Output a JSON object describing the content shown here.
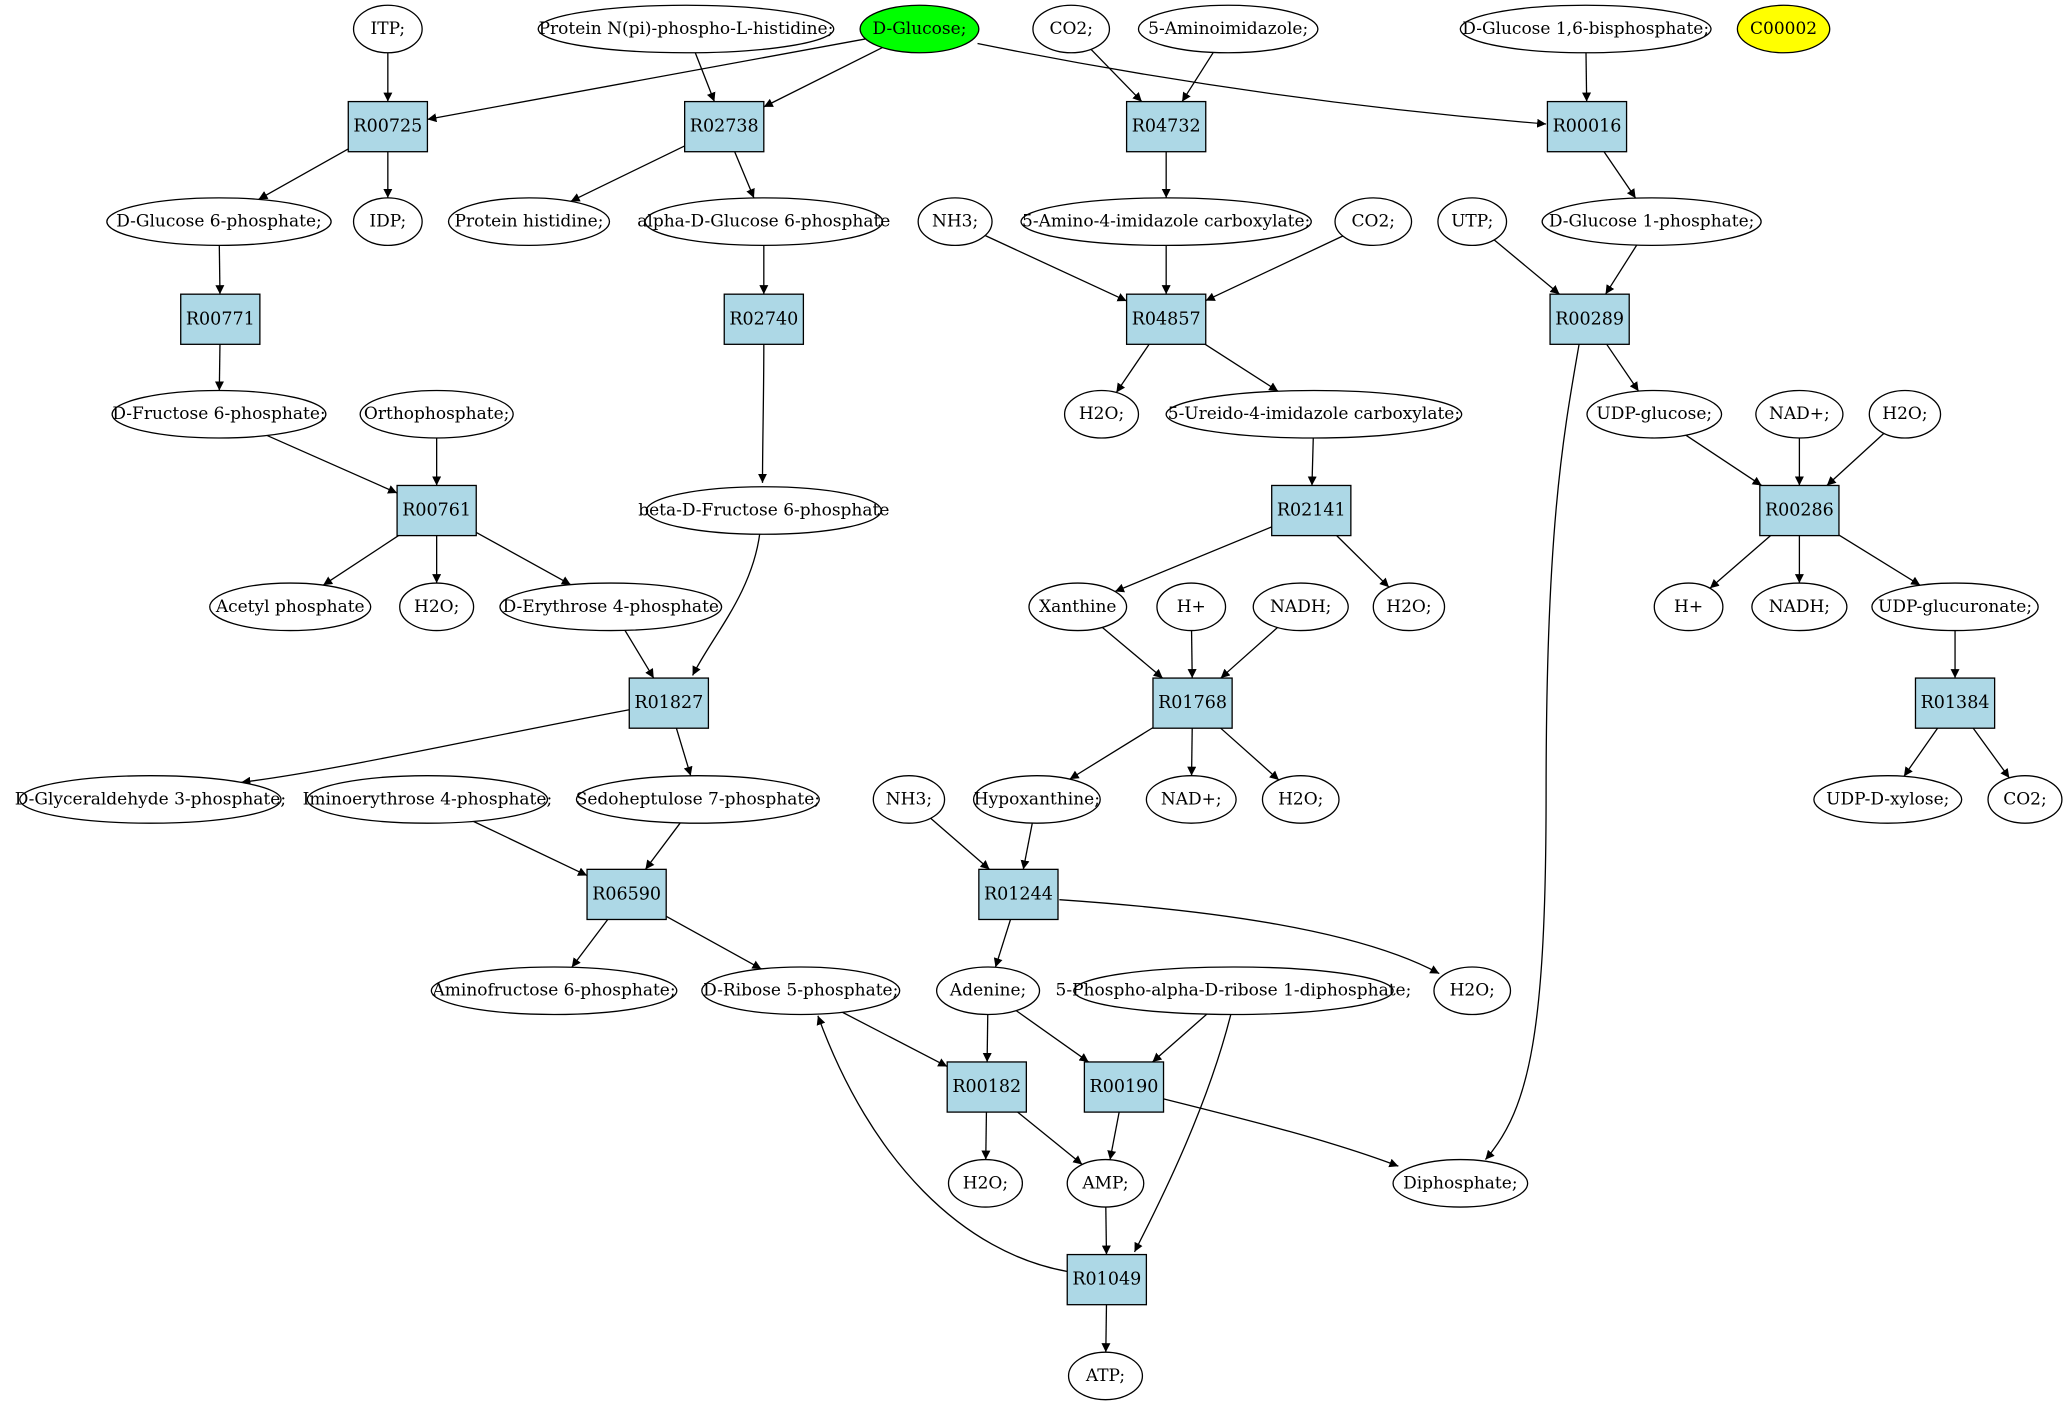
{
  "colors": {
    "metabolite_fill": "#ffffff",
    "reaction_fill": "#add8e6",
    "highlight_green": "#00ff00",
    "highlight_yellow": "#ffff00",
    "stroke": "#000000"
  },
  "metabolites": {
    "itp": {
      "label": "ITP;"
    },
    "protein_phospho_his": {
      "label": "Protein N(pi)-phospho-L-histidine;"
    },
    "d_glucose": {
      "label": "D-Glucose;",
      "highlight": "green"
    },
    "co2_a": {
      "label": "CO2;"
    },
    "aminoimidazole": {
      "label": "5-Aminoimidazole;"
    },
    "glucose_16bp": {
      "label": "D-Glucose 1,6-bisphosphate;"
    },
    "c00002": {
      "label": "C00002",
      "highlight": "yellow"
    },
    "g6p": {
      "label": "D-Glucose 6-phosphate;"
    },
    "idp": {
      "label": "IDP;"
    },
    "protein_his": {
      "label": "Protein histidine;"
    },
    "alpha_g6p": {
      "label": "alpha-D-Glucose 6-phosphate"
    },
    "nh3_a": {
      "label": "NH3;"
    },
    "aica": {
      "label": "5-Amino-4-imidazole carboxylate;"
    },
    "co2_b": {
      "label": "CO2;"
    },
    "utp": {
      "label": "UTP;"
    },
    "g1p": {
      "label": "D-Glucose 1-phosphate;"
    },
    "f6p": {
      "label": "D-Fructose 6-phosphate;"
    },
    "orthophosphate": {
      "label": "Orthophosphate;"
    },
    "h2o_a": {
      "label": "H2O;"
    },
    "ureido": {
      "label": "5-Ureido-4-imidazole carboxylate;"
    },
    "udp_glucose": {
      "label": "UDP-glucose;"
    },
    "nad_a": {
      "label": "NAD+;"
    },
    "h2o_b": {
      "label": "H2O;"
    },
    "beta_f6p": {
      "label": "beta-D-Fructose 6-phosphate"
    },
    "acetyl_phosphate": {
      "label": "Acetyl phosphate"
    },
    "h2o_c": {
      "label": "H2O;"
    },
    "e4p": {
      "label": "D-Erythrose 4-phosphate"
    },
    "xanthine": {
      "label": "Xanthine"
    },
    "h_plus_a": {
      "label": "H+"
    },
    "nadh_a": {
      "label": "NADH;"
    },
    "h2o_d": {
      "label": "H2O;"
    },
    "h_plus_b": {
      "label": "H+"
    },
    "nadh_b": {
      "label": "NADH;"
    },
    "udp_glucuronate": {
      "label": "UDP-glucuronate;"
    },
    "gap": {
      "label": "D-Glyceraldehyde 3-phosphate;"
    },
    "iminoerythrose": {
      "label": "Iminoerythrose 4-phosphate;"
    },
    "s7p": {
      "label": "Sedoheptulose 7-phosphate;"
    },
    "nh3_b": {
      "label": "NH3;"
    },
    "hypoxanthine": {
      "label": "Hypoxanthine;"
    },
    "nad_b": {
      "label": "NAD+;"
    },
    "h2o_e": {
      "label": "H2O;"
    },
    "udp_xylose": {
      "label": "UDP-D-xylose;"
    },
    "co2_c": {
      "label": "CO2;"
    },
    "aminofructose": {
      "label": "Aminofructose 6-phosphate;"
    },
    "r5p": {
      "label": "D-Ribose 5-phosphate;"
    },
    "adenine": {
      "label": "Adenine;"
    },
    "prpp": {
      "label": "5-Phospho-alpha-D-ribose 1-diphosphate;"
    },
    "h2o_f": {
      "label": "H2O;"
    },
    "h2o_g": {
      "label": "H2O;"
    },
    "amp": {
      "label": "AMP;"
    },
    "diphosphate": {
      "label": "Diphosphate;"
    },
    "atp": {
      "label": "ATP;"
    }
  },
  "reactions": {
    "r00725": {
      "label": "R00725"
    },
    "r02738": {
      "label": "R02738"
    },
    "r04732": {
      "label": "R04732"
    },
    "r00016": {
      "label": "R00016"
    },
    "r00771": {
      "label": "R00771"
    },
    "r02740": {
      "label": "R02740"
    },
    "r04857": {
      "label": "R04857"
    },
    "r00289": {
      "label": "R00289"
    },
    "r00761": {
      "label": "R00761"
    },
    "r00286": {
      "label": "R00286"
    },
    "r02141": {
      "label": "R02141"
    },
    "r01827": {
      "label": "R01827"
    },
    "r01768": {
      "label": "R01768"
    },
    "r01384": {
      "label": "R01384"
    },
    "r06590": {
      "label": "R06590"
    },
    "r01244": {
      "label": "R01244"
    },
    "r00182": {
      "label": "R00182"
    },
    "r00190": {
      "label": "R00190"
    },
    "r01049": {
      "label": "R01049"
    }
  },
  "edges": [
    [
      "itp",
      "r00725"
    ],
    [
      "d_glucose",
      "r00725"
    ],
    [
      "r00725",
      "g6p"
    ],
    [
      "r00725",
      "idp"
    ],
    [
      "protein_phospho_his",
      "r02738"
    ],
    [
      "d_glucose",
      "r02738"
    ],
    [
      "r02738",
      "protein_his"
    ],
    [
      "r02738",
      "alpha_g6p"
    ],
    [
      "co2_a",
      "r04732"
    ],
    [
      "aminoimidazole",
      "r04732"
    ],
    [
      "r04732",
      "aica"
    ],
    [
      "d_glucose",
      "r00016"
    ],
    [
      "glucose_16bp",
      "r00016"
    ],
    [
      "r00016",
      "g1p"
    ],
    [
      "g6p",
      "r00771"
    ],
    [
      "r00771",
      "f6p"
    ],
    [
      "alpha_g6p",
      "r02740"
    ],
    [
      "r02740",
      "beta_f6p"
    ],
    [
      "nh3_a",
      "r04857"
    ],
    [
      "aica",
      "r04857"
    ],
    [
      "co2_b",
      "r04857"
    ],
    [
      "r04857",
      "h2o_a"
    ],
    [
      "r04857",
      "ureido"
    ],
    [
      "utp",
      "r00289"
    ],
    [
      "g1p",
      "r00289"
    ],
    [
      "r00289",
      "udp_glucose"
    ],
    [
      "r00289",
      "diphosphate"
    ],
    [
      "f6p",
      "r00761"
    ],
    [
      "orthophosphate",
      "r00761"
    ],
    [
      "r00761",
      "acetyl_phosphate"
    ],
    [
      "r00761",
      "h2o_c"
    ],
    [
      "r00761",
      "e4p"
    ],
    [
      "udp_glucose",
      "r00286"
    ],
    [
      "nad_a",
      "r00286"
    ],
    [
      "h2o_b",
      "r00286"
    ],
    [
      "r00286",
      "h_plus_b"
    ],
    [
      "r00286",
      "nadh_b"
    ],
    [
      "r00286",
      "udp_glucuronate"
    ],
    [
      "ureido",
      "r02141"
    ],
    [
      "r02141",
      "xanthine"
    ],
    [
      "r02141",
      "h2o_d"
    ],
    [
      "e4p",
      "r01827"
    ],
    [
      "beta_f6p",
      "r01827"
    ],
    [
      "r01827",
      "gap"
    ],
    [
      "r01827",
      "s7p"
    ],
    [
      "xanthine",
      "r01768"
    ],
    [
      "h_plus_a",
      "r01768"
    ],
    [
      "nadh_a",
      "r01768"
    ],
    [
      "r01768",
      "hypoxanthine"
    ],
    [
      "r01768",
      "nad_b"
    ],
    [
      "r01768",
      "h2o_e"
    ],
    [
      "udp_glucuronate",
      "r01384"
    ],
    [
      "r01384",
      "udp_xylose"
    ],
    [
      "r01384",
      "co2_c"
    ],
    [
      "iminoerythrose",
      "r06590"
    ],
    [
      "s7p",
      "r06590"
    ],
    [
      "r06590",
      "aminofructose"
    ],
    [
      "r06590",
      "r5p"
    ],
    [
      "nh3_b",
      "r01244"
    ],
    [
      "hypoxanthine",
      "r01244"
    ],
    [
      "r01244",
      "adenine"
    ],
    [
      "r01244",
      "h2o_f"
    ],
    [
      "r5p",
      "r00182"
    ],
    [
      "adenine",
      "r00182"
    ],
    [
      "r00182",
      "h2o_g"
    ],
    [
      "r00182",
      "amp"
    ],
    [
      "adenine",
      "r00190"
    ],
    [
      "prpp",
      "r00190"
    ],
    [
      "r00190",
      "amp"
    ],
    [
      "r00190",
      "diphosphate"
    ],
    [
      "amp",
      "r01049"
    ],
    [
      "prpp",
      "r01049"
    ],
    [
      "r01049",
      "atp"
    ],
    [
      "r01049",
      "r5p"
    ]
  ]
}
